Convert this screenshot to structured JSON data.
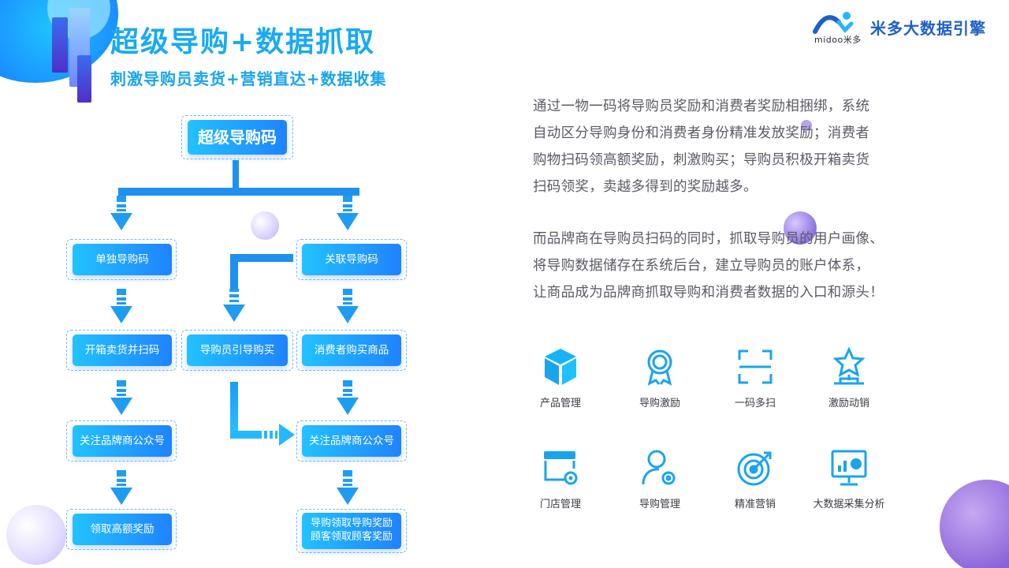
{
  "header": {
    "title": "超级导购+数据抓取",
    "subtitle": "刺激导购员卖货+营销直达+数据收集"
  },
  "logo": {
    "small_text": "midoo米多",
    "name": "米多大数据引擎"
  },
  "flow": {
    "root": "超级导购码",
    "left": [
      "单独导购码",
      "开箱卖货并扫码",
      "关注品牌商公众号",
      "领取高额奖励"
    ],
    "middle": [
      "导购员引导购买"
    ],
    "right": [
      "关联导购码",
      "消费者购买商品",
      "关注品牌商公众号"
    ],
    "right_final": [
      "导购领取导购奖励",
      "顾客领取顾客奖励"
    ]
  },
  "description": {
    "paragraph1": [
      "通过一物一码将导购员奖励和消费者奖励相捆绑，系统",
      "自动区分导购身份和消费者身份精准发放奖励；消费者",
      "购物扫码领高额奖励，刺激购买；导购员积极开箱卖货",
      "扫码领奖，卖越多得到的奖励越多。"
    ],
    "paragraph2": [
      "而品牌商在导购员扫码的同时，抓取导购员的用户画像、",
      "将导购数据储存在系统后台，建立导购员的账户体系，",
      "让商品成为品牌商抓取导购和消费者数据的入口和源头！"
    ]
  },
  "features": [
    {
      "label": "产品管理",
      "icon": "box-icon"
    },
    {
      "label": "导购激励",
      "icon": "award-icon"
    },
    {
      "label": "一码多扫",
      "icon": "scan-icon"
    },
    {
      "label": "激励动销",
      "icon": "star-podium-icon"
    },
    {
      "label": "门店管理",
      "icon": "store-gear-icon"
    },
    {
      "label": "导购管理",
      "icon": "user-gear-icon"
    },
    {
      "label": "精准营销",
      "icon": "target-icon"
    },
    {
      "label": "大数据采集分析",
      "icon": "dashboard-icon"
    }
  ],
  "colors": {
    "accent": "#1aa4ec",
    "box_from": "#22c2ff",
    "box_to": "#1f83ff",
    "arrow": "#1e9cf2",
    "brand": "#1f5fc9"
  }
}
